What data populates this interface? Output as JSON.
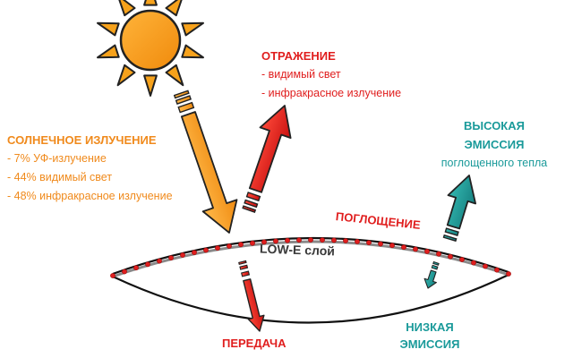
{
  "solar": {
    "title": "СОЛНЕЧНОЕ ИЗЛУЧЕНИЕ",
    "items": [
      "- 7% УФ-излучение",
      "- 44% видимый свет",
      "- 48% инфракрасное излучение"
    ]
  },
  "reflection": {
    "title": "ОТРАЖЕНИЕ",
    "items": [
      "- видимый свет",
      "- инфракрасное излучение"
    ]
  },
  "high_emission": {
    "line1": "ВЫСОКАЯ",
    "line2": "ЭМИССИЯ",
    "line3": "поглощенного тепла"
  },
  "absorption": "ПОГЛОЩЕНИЕ",
  "low_e_layer": "LOW-E слой",
  "transmission": "ПЕРЕДАЧА",
  "low_emission": {
    "line1": "НИЗКАЯ",
    "line2": "ЭМИССИЯ"
  },
  "colors": {
    "sun": "#f7a21b",
    "solar_text": "#f08a1c",
    "red": "#e01e1e",
    "teal": "#1a9a9a",
    "layer_gray": "#8a8a8a"
  }
}
